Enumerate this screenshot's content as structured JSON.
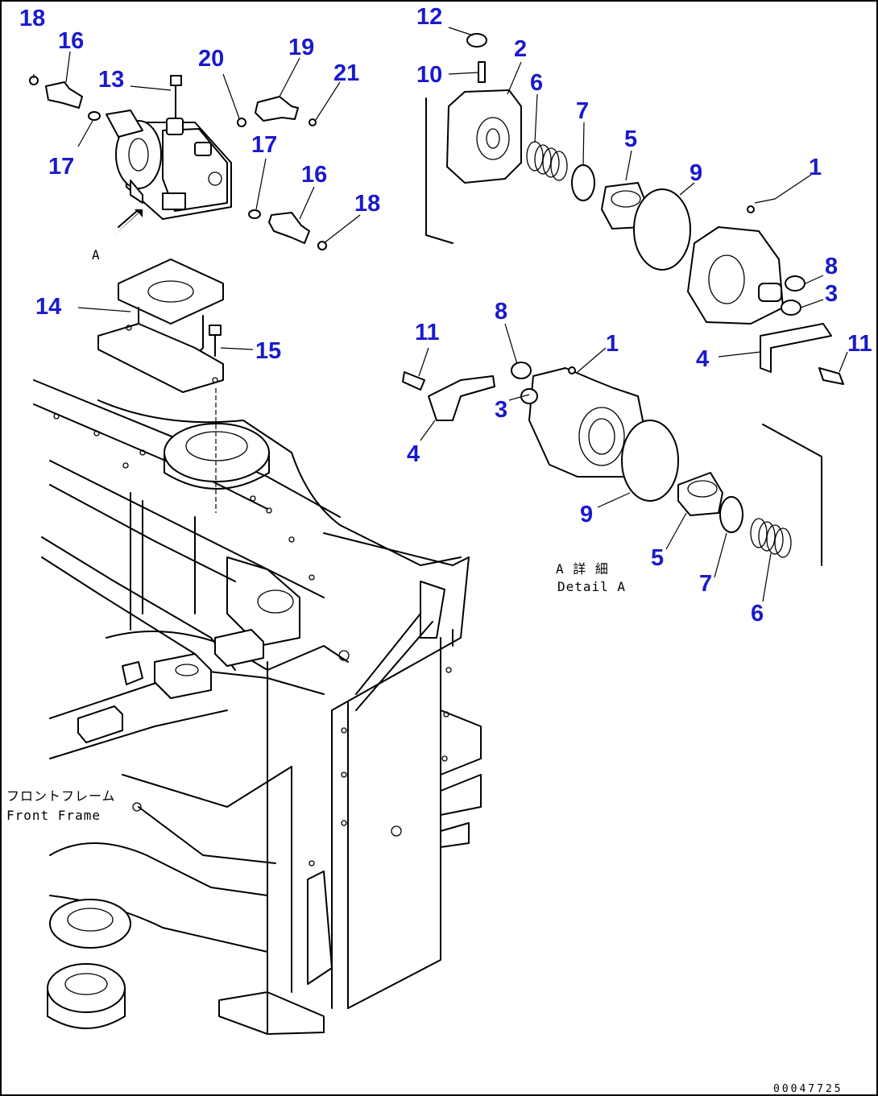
{
  "callouts": [
    {
      "id": "c18a",
      "text": "18"
    },
    {
      "id": "c16a",
      "text": "16"
    },
    {
      "id": "c13",
      "text": "13"
    },
    {
      "id": "c20",
      "text": "20"
    },
    {
      "id": "c19",
      "text": "19"
    },
    {
      "id": "c21",
      "text": "21"
    },
    {
      "id": "c17a",
      "text": "17"
    },
    {
      "id": "c17b",
      "text": "17"
    },
    {
      "id": "c16b",
      "text": "16"
    },
    {
      "id": "c18b",
      "text": "18"
    },
    {
      "id": "c14",
      "text": "14"
    },
    {
      "id": "c15",
      "text": "15"
    },
    {
      "id": "c12",
      "text": "12"
    },
    {
      "id": "c10",
      "text": "10"
    },
    {
      "id": "c2",
      "text": "2"
    },
    {
      "id": "c6a",
      "text": "6"
    },
    {
      "id": "c7a",
      "text": "7"
    },
    {
      "id": "c5a",
      "text": "5"
    },
    {
      "id": "c9a",
      "text": "9"
    },
    {
      "id": "c1a",
      "text": "1"
    },
    {
      "id": "c8a",
      "text": "8"
    },
    {
      "id": "c3a",
      "text": "3"
    },
    {
      "id": "c4a",
      "text": "4"
    },
    {
      "id": "c11a",
      "text": "11"
    },
    {
      "id": "c11b",
      "text": "11"
    },
    {
      "id": "c8b",
      "text": "8"
    },
    {
      "id": "c1b",
      "text": "1"
    },
    {
      "id": "c3b",
      "text": "3"
    },
    {
      "id": "c4b",
      "text": "4"
    },
    {
      "id": "c9b",
      "text": "9"
    },
    {
      "id": "c5b",
      "text": "5"
    },
    {
      "id": "c7b",
      "text": "7"
    },
    {
      "id": "c6b",
      "text": "6"
    }
  ],
  "view_marker": "A",
  "detail_caption": {
    "jp": "A 詳 細",
    "en": "Detail A"
  },
  "frame_caption": {
    "jp": "フロントフレーム",
    "en": "Front Frame"
  },
  "drawing_number": "00047725",
  "colors": {
    "callout": "#1a1acc",
    "line": "#000000",
    "background": "#ffffff"
  }
}
